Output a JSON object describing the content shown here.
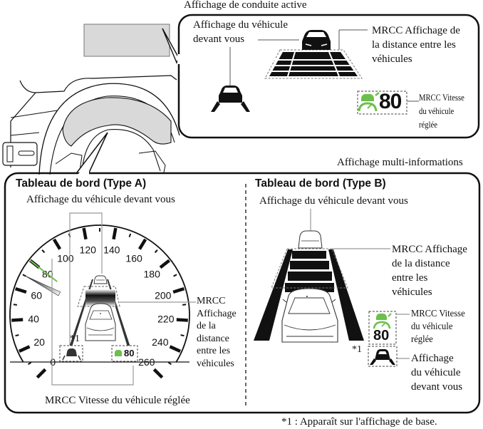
{
  "hud": {
    "title": "Affichage de conduite active",
    "vehicle_ahead_label": [
      "Affichage du véhicule",
      "devant vous"
    ],
    "distance_label": [
      "MRCC Affichage de",
      "la distance entre les",
      "véhicules"
    ],
    "speed_label": [
      "MRCC Vitesse",
      "du véhicule",
      "réglée"
    ],
    "set_speed": "80"
  },
  "mid": {
    "title": "Affichage multi-informations"
  },
  "type_a": {
    "title": "Tableau de bord (Type A)",
    "vehicle_ahead_label": "Affichage du véhicule devant vous",
    "distance_label": [
      "MRCC",
      "Affichage",
      "de la",
      "distance",
      "entre les",
      "véhicules"
    ],
    "speed_label": "MRCC Vitesse du véhicule réglée",
    "footnote_marker": "*1",
    "set_speed": "80",
    "speedometer_ticks": [
      "0",
      "20",
      "40",
      "60",
      "80",
      "100",
      "120",
      "140",
      "160",
      "180",
      "200",
      "220",
      "240",
      "260"
    ],
    "speedometer_unit_max": 260,
    "needle_value": 70
  },
  "type_b": {
    "title": "Tableau de bord (Type B)",
    "vehicle_ahead_top_label": "Affichage du véhicule devant vous",
    "distance_label": [
      "MRCC Affichage",
      "de la distance",
      "entre les",
      "véhicules"
    ],
    "speed_label": [
      "MRCC Vitesse",
      "du véhicule",
      "réglée"
    ],
    "vehicle_ahead_label": [
      "Affichage",
      "du véhicule",
      "devant vous"
    ],
    "footnote_marker": "*1",
    "set_speed": "80"
  },
  "footnote": "*1 : Apparaît sur l'affichage de base.",
  "colors": {
    "accent_green": "#6cc04a",
    "panel_gray": "#d9d9d9",
    "stroke": "#111111",
    "leader_gray": "#888888"
  }
}
